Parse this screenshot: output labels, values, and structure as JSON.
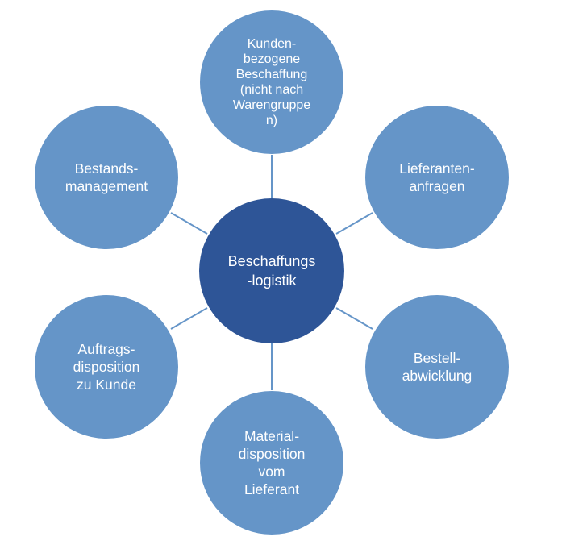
{
  "diagram": {
    "center": {
      "label": "Beschaffungs\n-logistik"
    },
    "nodes": [
      {
        "id": "top",
        "label": "Kunden-\nbezogene\nBeschaffung\n(nicht nach\nWarengruppe\nn)"
      },
      {
        "id": "upper-right",
        "label": "Lieferanten-\nanfragen"
      },
      {
        "id": "lower-right",
        "label": "Bestell-\nabwicklung"
      },
      {
        "id": "bottom",
        "label": "Material-\ndisposition\nvom\nLieferant"
      },
      {
        "id": "lower-left",
        "label": "Auftrags-\ndisposition\nzu Kunde"
      },
      {
        "id": "upper-left",
        "label": "Bestands-\nmanagement"
      }
    ],
    "colors": {
      "center_fill": "#2e5597",
      "node_fill": "#6595c8",
      "connector": "#6595c8",
      "text": "#ffffff"
    }
  }
}
